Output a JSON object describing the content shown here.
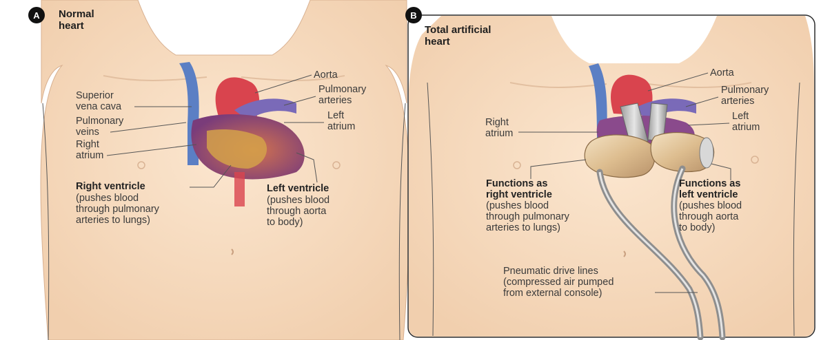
{
  "panel_a": {
    "badge": "A",
    "title": [
      "Normal",
      "heart"
    ],
    "labels": {
      "aorta": "Aorta",
      "pulmonary_arteries": [
        "Pulmonary",
        "arteries"
      ],
      "left_atrium": [
        "Left",
        "atrium"
      ],
      "superior_vena_cava": [
        "Superior",
        "vena cava"
      ],
      "pulmonary_veins": [
        "Pulmonary",
        "veins"
      ],
      "right_atrium": [
        "Right",
        "atrium"
      ],
      "right_ventricle_title": "Right ventricle",
      "right_ventricle_desc": [
        "(pushes blood",
        "through pulmonary",
        "arteries to lungs)"
      ],
      "left_ventricle_title": "Left ventricle",
      "left_ventricle_desc": [
        "(pushes blood",
        "through aorta",
        "to body)"
      ]
    }
  },
  "panel_b": {
    "badge": "B",
    "title": [
      "Total artificial",
      "heart"
    ],
    "labels": {
      "aorta": "Aorta",
      "pulmonary_arteries": [
        "Pulmonary",
        "arteries"
      ],
      "left_atrium": [
        "Left",
        "atrium"
      ],
      "right_atrium": [
        "Right",
        "atrium"
      ],
      "functions_rv_title": [
        "Functions as",
        "right ventricle"
      ],
      "functions_rv_desc": [
        "(pushes blood",
        "through pulmonary",
        "arteries to lungs)"
      ],
      "functions_lv_title": [
        "Functions as",
        "left ventricle"
      ],
      "functions_lv_desc": [
        "(pushes blood",
        "through aorta",
        "to body)"
      ],
      "drive_lines": [
        "Pneumatic drive lines",
        "(compressed air pumped",
        "from external console)"
      ]
    }
  },
  "colors": {
    "skin": "#f6dcc0",
    "skin_shade": "#e8c3a2",
    "vein_blue": "#5b7fc4",
    "artery_red": "#d9444e",
    "heart_purple": "#8a4a8c",
    "device_tan": "#e2c49a",
    "badge": "#111111"
  }
}
